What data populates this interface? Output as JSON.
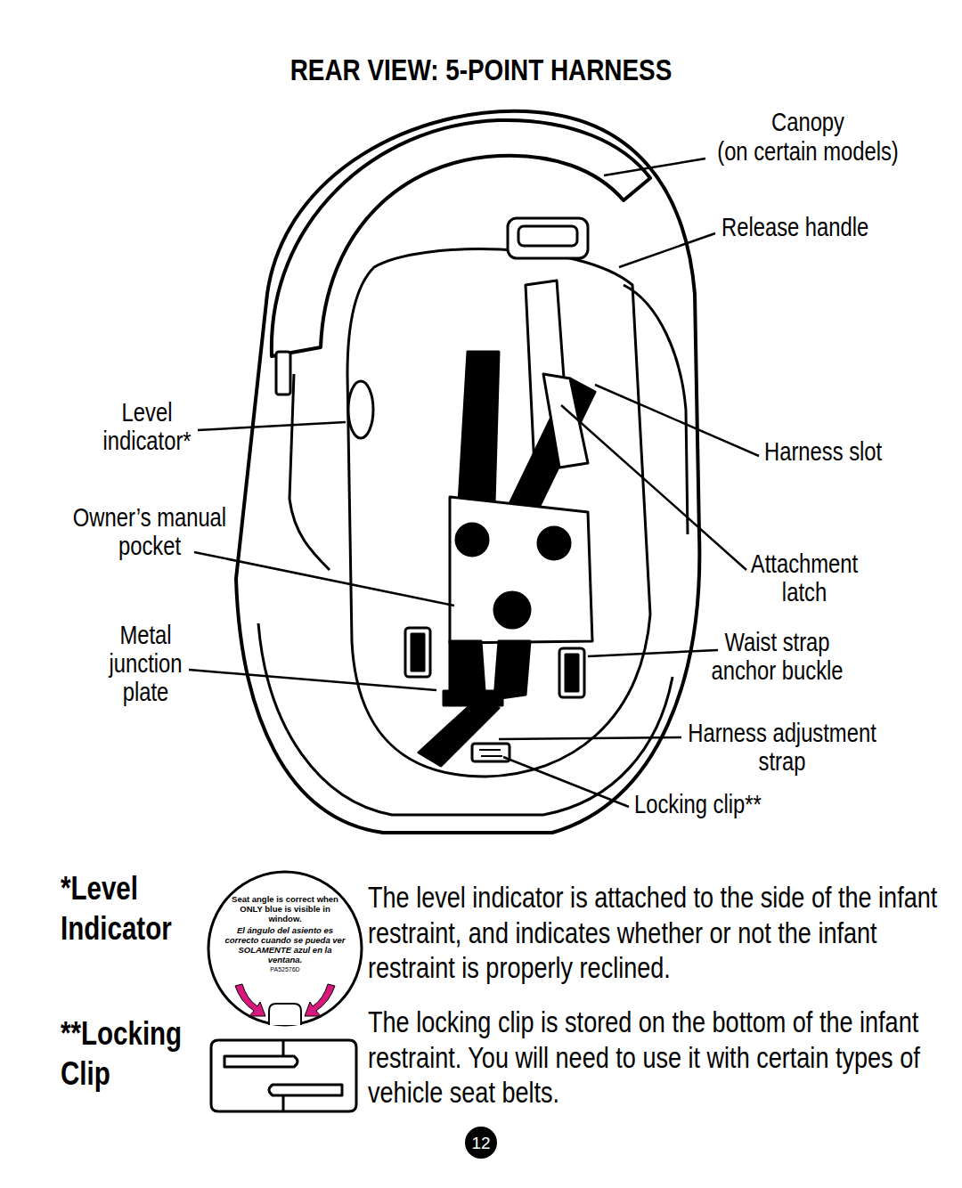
{
  "diagram": {
    "title": "REAR VIEW: 5-POINT HARNESS",
    "nodes": [
      {
        "text": [
          "Seat angle is correct when ONLY blue is visible in window.",
          "El ángulo del asiento es correcto cuando se pueda ver SOLAMENTE azul en la ventana.",
          "PA52576D"
        ]
      },
      {
        "text": [
          "12"
        ]
      }
    ],
    "labels": [
      "Canopy",
      "(on certain models)",
      "Release handle",
      "Level indicator*",
      "Owner’s manual pocket",
      "Metal junction plate",
      "Harness slot",
      "Attachment latch",
      "Waist strap anchor buckle",
      "Harness adjustment strap",
      "Locking clip**",
      "*Level Indicator",
      "**Locking Clip",
      "The level indicator is attached to the side of the infant restraint, and indicates whether or not the infant restraint is properly reclined.",
      "The locking clip is stored on the bottom of the infant restraint. You will need to use it with certain types of vehicle seat belts."
    ]
  }
}
